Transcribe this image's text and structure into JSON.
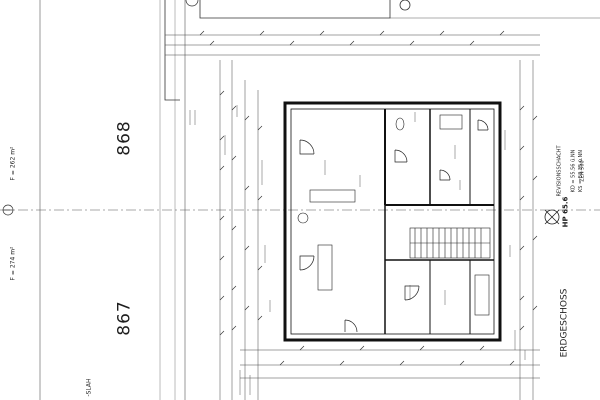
{
  "sheet": {
    "parcels": [
      {
        "number": "868"
      },
      {
        "number": "867"
      }
    ],
    "areas": [
      {
        "text": "F = 262 m²"
      },
      {
        "text": "F = 274 m²"
      }
    ],
    "floor_title": "ERDGESCHOSS",
    "survey_point": "HP 65.6",
    "shaft_label": "REVISIONSSCHACHT",
    "shaft_notes": [
      "KD = 55.56 ü.NN",
      "KS = 53.35 ü.NN",
      "ZEN 500"
    ],
    "edge_text": "-SLAH"
  }
}
